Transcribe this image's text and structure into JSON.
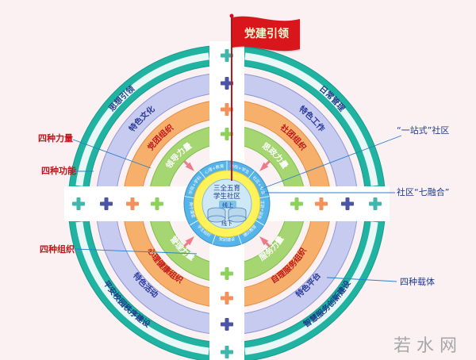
{
  "flag": {
    "title": "党建引领"
  },
  "center": {
    "title_line1": "三全五育",
    "title_line2": "学生社区",
    "online": "线上",
    "offline": "线下"
  },
  "hub_ring": {
    "segments": [
      "书院+学生",
      "社区+专业",
      "辅导员+班主任",
      "通识教育",
      "党团建设",
      "学生组织",
      "两个课堂",
      "学院+学科",
      "心理+教育"
    ]
  },
  "rings": {
    "green": [
      "领导力量",
      "管理力量",
      "服务力量",
      "思政力量"
    ],
    "orange": [
      "党团组织",
      "心理健康组织",
      "自理服务组织",
      "社团组织"
    ],
    "lavender": [
      "特色文化",
      "特色活动",
      "特色平台",
      "特色工作"
    ],
    "teal": [
      "思想引领",
      "平安校园秩序建设",
      "智慧服务创新建设",
      "日常管理"
    ]
  },
  "labels": {
    "four_forces": "四种力量",
    "four_functions": "四种功能",
    "four_orgs": "四种组织",
    "one_stop": "“一站式”社区",
    "seven_integration": "社区“七融合”",
    "four_carriers": "四种载体"
  },
  "watermark": {
    "text": "若 水 网"
  },
  "colors": {
    "teal": "#21b3a2",
    "lavender": "#c6cbef",
    "orange": "#f7b06c",
    "green": "#a5d672",
    "hub_blue": "#55b4e9",
    "center_yellow": "#fff25a",
    "flag_red": "#d9161c",
    "plus_teal": "#3fb7ad",
    "plus_navy": "#4a54a4",
    "plus_orange": "#f2925a",
    "plus_green": "#8cd15a"
  },
  "icons": [
    "flag-icon",
    "plus-icon",
    "database-icon"
  ]
}
